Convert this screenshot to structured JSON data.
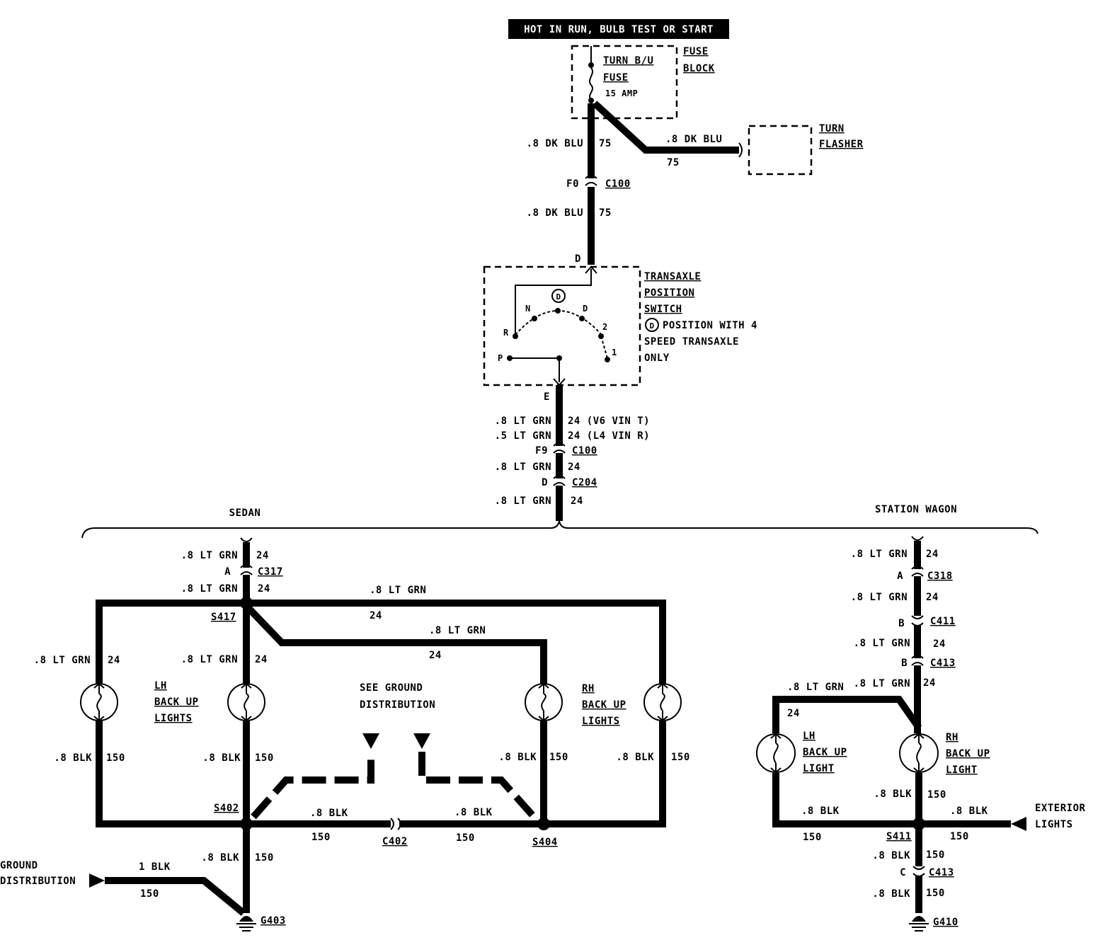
{
  "banner": "HOT IN RUN, BULB TEST OR START",
  "fuse_block": {
    "title": [
      "FUSE",
      "BLOCK"
    ],
    "fuse_name": [
      "TURN B/U",
      "FUSE"
    ],
    "rating": "15 AMP"
  },
  "turn_flasher": [
    "TURN",
    "FLASHER"
  ],
  "transaxle_switch": {
    "title": [
      "TRANSAXLE",
      "POSITION",
      "SWITCH"
    ],
    "note": [
      "POSITION WITH 4",
      "SPEED TRANSAXLE",
      "ONLY"
    ],
    "circle_letter": "D",
    "positions": [
      "P",
      "R",
      "N",
      "D",
      "2",
      "1"
    ],
    "terminal_top": "D",
    "terminal_bottom": "E"
  },
  "wire_labels": {
    "dkblu": ".8 DK BLU",
    "c75": "75",
    "ltgrn8": ".8 LT GRN",
    "ltgrn5": ".5 LT GRN",
    "c24": "24",
    "c24_v6": "24 (V6 VIN T)",
    "c24_l4": "24 (L4 VIN R)",
    "blk8": ".8 BLK",
    "blk1": "1 BLK",
    "c150": "150"
  },
  "connectors": {
    "c100": "C100",
    "c204": "C204",
    "c317": "C317",
    "c318": "C318",
    "c411": "C411",
    "c413": "C413",
    "c402": "C402",
    "pin_f0": "F0",
    "pin_f9": "F9",
    "pin_d": "D",
    "pin_a": "A",
    "pin_b": "B",
    "pin_c": "C"
  },
  "splices": {
    "s417": "S417",
    "s402": "S402",
    "s404": "S404",
    "s411": "S411"
  },
  "grounds": {
    "g403": "G403",
    "g410": "G410"
  },
  "sections": {
    "sedan": "SEDAN",
    "wagon": "STATION WAGON"
  },
  "lights": {
    "lh": [
      "LH",
      "BACK UP",
      "LIGHTS"
    ],
    "rh": [
      "RH",
      "BACK UP",
      "LIGHTS"
    ],
    "lh_w": [
      "LH",
      "BACK UP",
      "LIGHT"
    ],
    "rh_w": [
      "RH",
      "BACK UP",
      "LIGHT"
    ]
  },
  "see_ground": [
    "SEE GROUND",
    "DISTRIBUTION"
  ],
  "ground_distribution": [
    "GROUND",
    "DISTRIBUTION"
  ],
  "exterior_lights": [
    "EXTERIOR",
    "LIGHTS"
  ]
}
